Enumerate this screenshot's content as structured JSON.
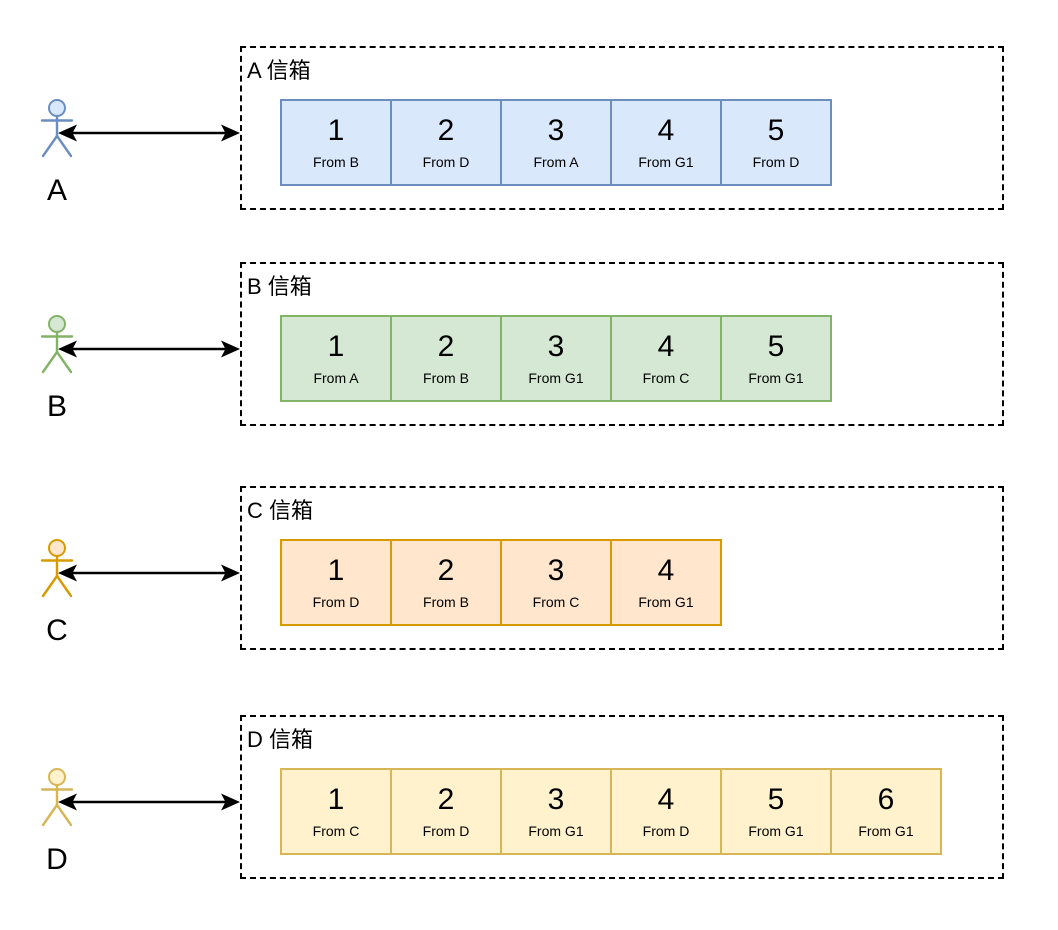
{
  "diagram": {
    "arrow_color": "#000000",
    "rows": [
      {
        "actor_label": "A",
        "mailbox_title": "A 信箱",
        "fill": "#dae8fc",
        "stroke": "#6c8ebf",
        "cells": [
          {
            "number": "1",
            "from": "From B"
          },
          {
            "number": "2",
            "from": "From D"
          },
          {
            "number": "3",
            "from": "From A"
          },
          {
            "number": "4",
            "from": "From G1"
          },
          {
            "number": "5",
            "from": "From D"
          }
        ]
      },
      {
        "actor_label": "B",
        "mailbox_title": "B 信箱",
        "fill": "#d5e8d4",
        "stroke": "#82b366",
        "cells": [
          {
            "number": "1",
            "from": "From A"
          },
          {
            "number": "2",
            "from": "From B"
          },
          {
            "number": "3",
            "from": "From G1"
          },
          {
            "number": "4",
            "from": "From C"
          },
          {
            "number": "5",
            "from": "From G1"
          }
        ]
      },
      {
        "actor_label": "C",
        "mailbox_title": "C 信箱",
        "fill": "#ffe6cc",
        "stroke": "#d79b00",
        "cells": [
          {
            "number": "1",
            "from": "From D"
          },
          {
            "number": "2",
            "from": "From B"
          },
          {
            "number": "3",
            "from": "From C"
          },
          {
            "number": "4",
            "from": "From G1"
          }
        ]
      },
      {
        "actor_label": "D",
        "mailbox_title": "D 信箱",
        "fill": "#fff2cc",
        "stroke": "#d6b656",
        "cells": [
          {
            "number": "1",
            "from": "From C"
          },
          {
            "number": "2",
            "from": "From D"
          },
          {
            "number": "3",
            "from": "From G1"
          },
          {
            "number": "4",
            "from": "From D"
          },
          {
            "number": "5",
            "from": "From G1"
          },
          {
            "number": "6",
            "from": "From G1"
          }
        ]
      }
    ]
  }
}
